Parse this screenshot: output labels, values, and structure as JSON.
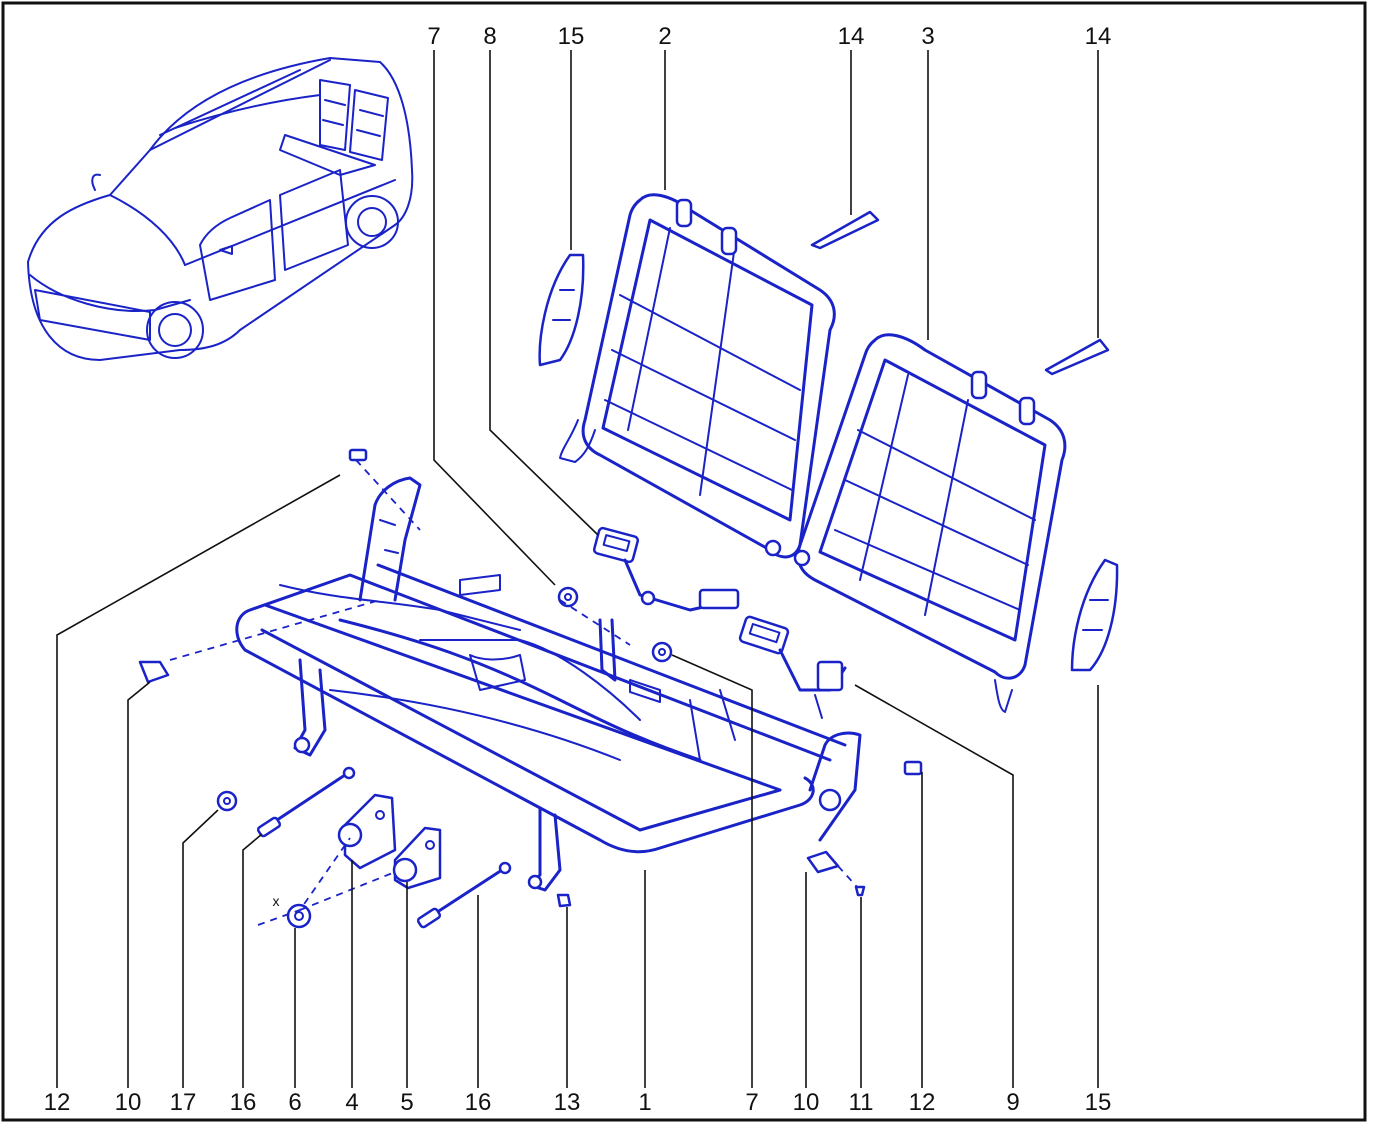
{
  "diagram": {
    "stroke_color": "#1a23c7",
    "label_color": "#111111",
    "border_color": "#111111"
  },
  "top_labels": [
    "7",
    "8",
    "15",
    "2",
    "14",
    "3",
    "14"
  ],
  "bottom_labels": [
    "12",
    "10",
    "17",
    "16",
    "6",
    "4",
    "5",
    "16",
    "13",
    "1",
    "7",
    "10",
    "11",
    "12",
    "9",
    "15"
  ],
  "marks": {
    "x": "x"
  }
}
